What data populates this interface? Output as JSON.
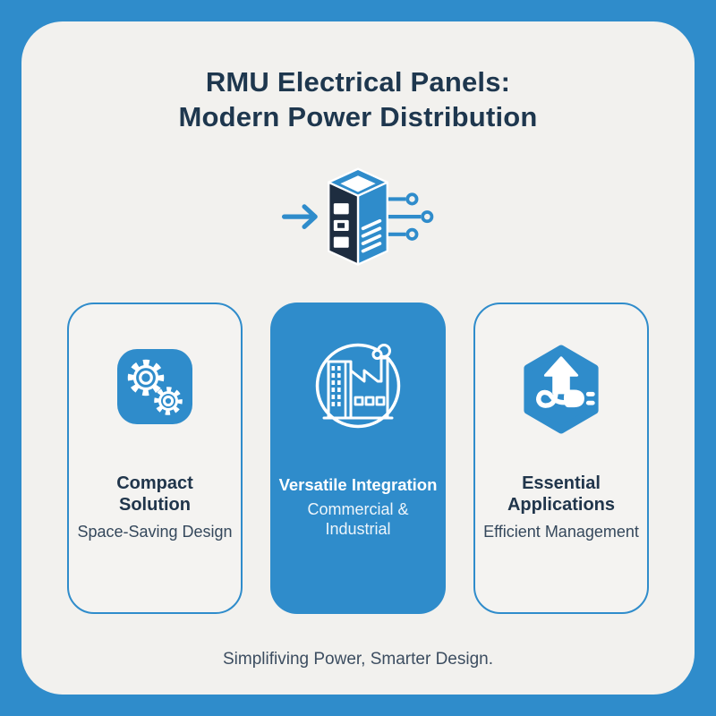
{
  "header": {
    "title": "RMU Electrical Panels:\nModern Power Distribution"
  },
  "hero": {
    "icon": "isometric-electrical-panel-with-flow-arrow-and-circuit-nodes"
  },
  "cards": [
    {
      "icon": "gears-icon",
      "title": "Compact\nSolution",
      "subtitle": "Space-Saving Design",
      "variant": "outline"
    },
    {
      "icon": "factory-icon",
      "title": "Versatile Integration",
      "subtitle": "Commercial &\nIndustrial",
      "variant": "filled"
    },
    {
      "icon": "plug-arrow-icon",
      "title": "Essential\nApplications",
      "subtitle": "Efficient Management",
      "variant": "outline"
    }
  ],
  "footer": {
    "tagline": "Simplifiving Power, Smarter Design."
  },
  "colors": {
    "accent_blue": "#2F8CCB",
    "background_cream": "#F2F1EE",
    "navy_text": "#1E374E",
    "panel_dark": "#1E2D40",
    "subtitle_slate": "#35485C",
    "white": "#FFFFFF"
  }
}
